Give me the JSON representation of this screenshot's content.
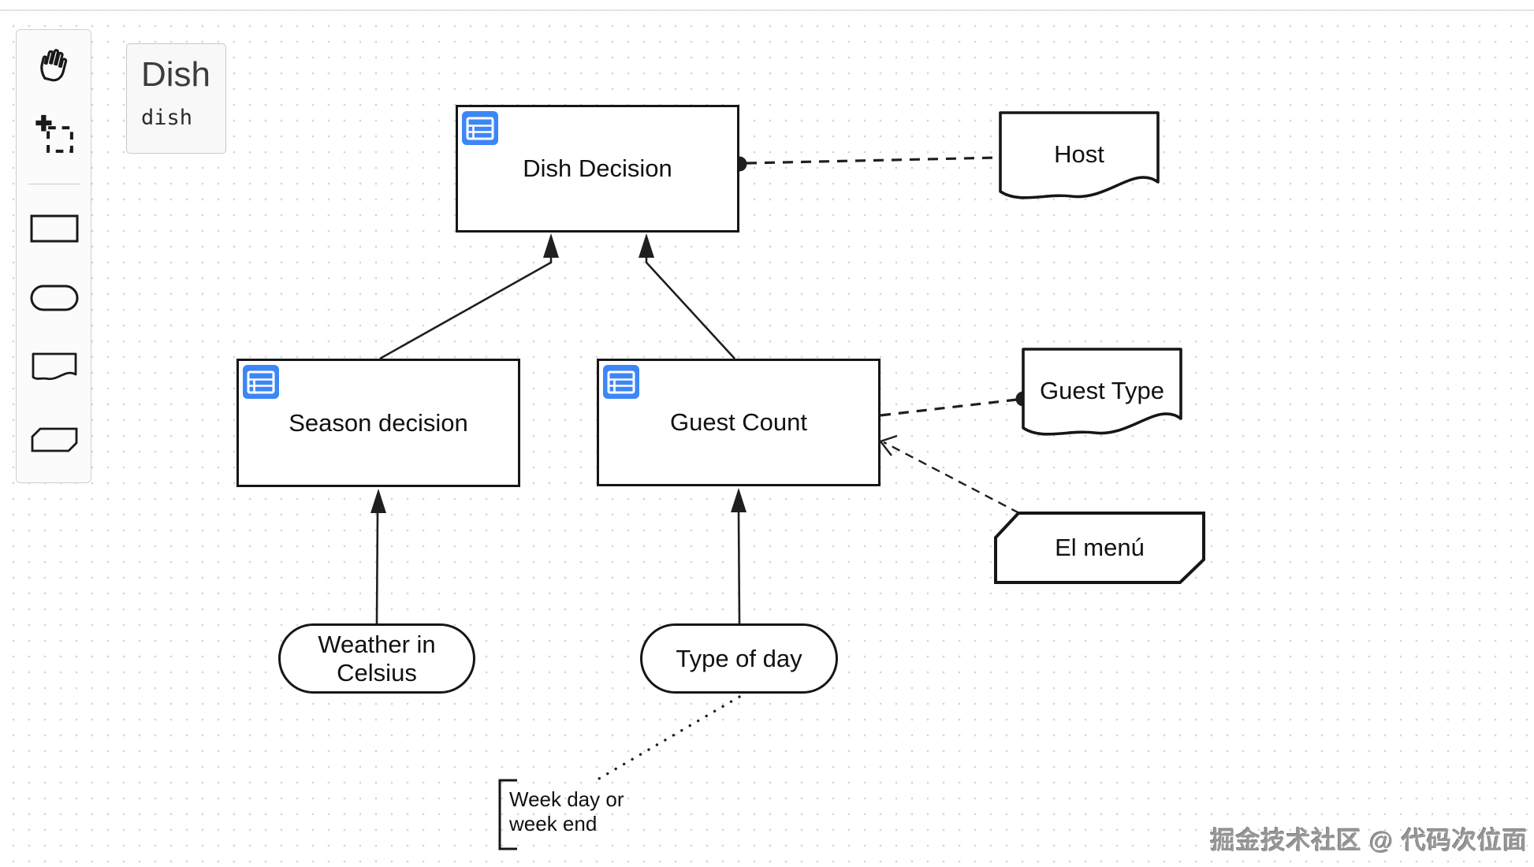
{
  "window": {
    "watermark": "掘金技术社区 @ 代码次位面"
  },
  "overview_tab": {
    "title": "Dish",
    "id_label": "dish"
  },
  "palette": {
    "tools": [
      {
        "id": "hand-tool"
      },
      {
        "id": "lasso-tool"
      },
      {
        "id": "create-decision"
      },
      {
        "id": "create-input-data"
      },
      {
        "id": "create-knowledge-source"
      },
      {
        "id": "create-business-knowledge-model"
      }
    ]
  },
  "diagram": {
    "nodes": {
      "dish_decision": {
        "label": "Dish Decision",
        "type": "decision",
        "has_decision_table_icon": true
      },
      "season_decision": {
        "label": "Season decision",
        "type": "decision",
        "has_decision_table_icon": true
      },
      "guest_count": {
        "label": "Guest Count",
        "type": "decision",
        "has_decision_table_icon": true
      },
      "host": {
        "label": "Host",
        "type": "knowledge-source"
      },
      "guest_type": {
        "label": "Guest Type",
        "type": "knowledge-source"
      },
      "el_menu": {
        "label": "El menú",
        "type": "business-knowledge-model"
      },
      "weather": {
        "label": "Weather in Celsius",
        "type": "input-data"
      },
      "type_of_day": {
        "label": "Type of day",
        "type": "input-data"
      },
      "annotation": {
        "label": "Week day or week end",
        "type": "text-annotation"
      }
    },
    "connections": [
      {
        "from": "season_decision",
        "to": "dish_decision",
        "type": "information-requirement"
      },
      {
        "from": "guest_count",
        "to": "dish_decision",
        "type": "information-requirement"
      },
      {
        "from": "weather",
        "to": "season_decision",
        "type": "information-requirement"
      },
      {
        "from": "type_of_day",
        "to": "guest_count",
        "type": "information-requirement"
      },
      {
        "from": "host",
        "to": "dish_decision",
        "type": "authority-requirement"
      },
      {
        "from": "guest_type",
        "to": "guest_count",
        "type": "authority-requirement"
      },
      {
        "from": "el_menu",
        "to": "guest_count",
        "type": "knowledge-requirement"
      },
      {
        "from": "type_of_day",
        "to": "annotation",
        "type": "association"
      }
    ],
    "colors": {
      "shape_stroke": "#161616",
      "decision_table_icon_bg": "#3e86f6",
      "grid_dot": "#d6d6d6",
      "chrome_border": "#cfcfcf"
    }
  }
}
